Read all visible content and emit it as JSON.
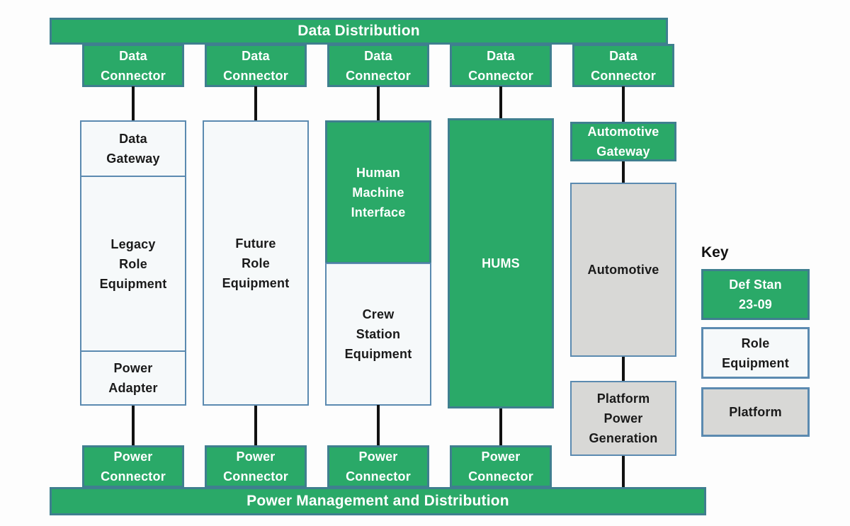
{
  "colors": {
    "green_fill": "#2aa968",
    "green_border": "#3f7f8f",
    "steel_border": "#5b8ab0",
    "white_fill": "#f6f9fa",
    "gray_fill": "#d8d8d6",
    "line_black": "#111111",
    "text_dark": "#1a1a1a",
    "text_light": "#ffffff"
  },
  "top_bar": {
    "label": "Data Distribution"
  },
  "bottom_bar": {
    "label": "Power  Management and Distribution"
  },
  "data_connectors": [
    {
      "label": "Data\nConnector"
    },
    {
      "label": "Data\nConnector"
    },
    {
      "label": "Data\nConnector"
    },
    {
      "label": "Data\nConnector"
    },
    {
      "label": "Data\nConnector"
    }
  ],
  "power_connectors": [
    {
      "label": "Power\nConnector"
    },
    {
      "label": "Power\nConnector"
    },
    {
      "label": "Power\nConnector"
    },
    {
      "label": "Power\nConnector"
    }
  ],
  "columns": {
    "col1": {
      "data_gateway": "Data\nGateway",
      "legacy_role_equipment": "Legacy\nRole\nEquipment",
      "power_adapter": "Power\nAdapter"
    },
    "col2": {
      "future_role_equipment": "Future\nRole\nEquipment"
    },
    "col3": {
      "human_machine_interface": "Human\nMachine\nInterface",
      "crew_station_equipment": "Crew\nStation\nEquipment"
    },
    "col4": {
      "hums": "HUMS"
    },
    "col5": {
      "automotive_gateway": "Automotive\nGateway",
      "automotive": "Automotive",
      "platform_power_generation": "Platform\nPower\nGeneration"
    }
  },
  "key": {
    "title": "Key",
    "items": [
      {
        "label": "Def Stan\n23-09",
        "style": "green"
      },
      {
        "label": "Role\nEquipment",
        "style": "white"
      },
      {
        "label": "Platform",
        "style": "gray"
      }
    ]
  }
}
